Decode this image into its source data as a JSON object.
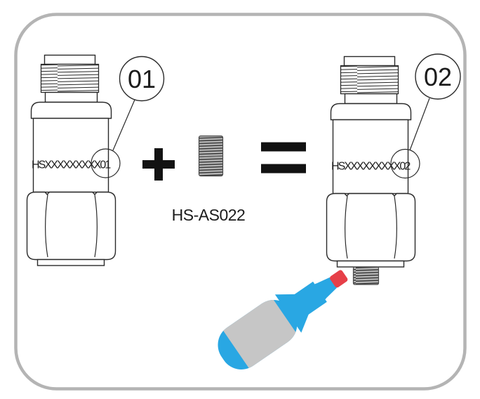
{
  "figure": {
    "title_hint": "assembly-instruction-diagram",
    "frame_color": "#b4b4b4",
    "sensors": [
      {
        "id": "01",
        "serial_label": "HSXXXXXXXXX01",
        "callout": "01"
      },
      {
        "id": "02",
        "serial_label": "HSXXXXXXXXX02",
        "callout": "02"
      }
    ],
    "adapter_stud": {
      "part_number": "HS-AS022"
    },
    "operators": {
      "plus": "+",
      "equals": "="
    },
    "glue_bottle": {
      "body_color": "#29a7e3",
      "label_color": "#c6c6c6",
      "tip_color": "#e63f48"
    },
    "line_color": "#2a2a2a",
    "metal_fill": "#b9b9b9"
  }
}
